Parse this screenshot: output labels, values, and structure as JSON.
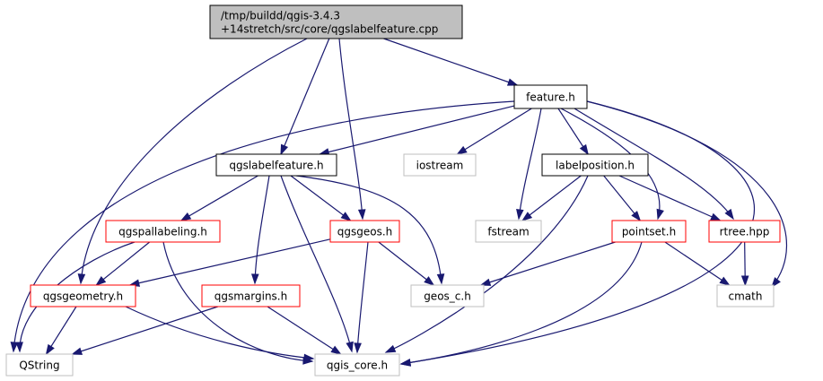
{
  "colors": {
    "edge": "#191970",
    "root_fill": "#bfbfbf",
    "root_stroke": "#000000",
    "documented_stroke": "#000000",
    "undocumented_stroke": "#ff0000",
    "external_stroke": "#bfbfbf",
    "node_fill": "#ffffff"
  },
  "nodes": [
    {
      "id": "root",
      "lines": [
        "/tmp/buildd/qgis-3.4.3",
        "+14stretch/src/core/qgslabelfeature.cpp"
      ],
      "kind": "root"
    },
    {
      "id": "feature_h",
      "lines": [
        "feature.h"
      ],
      "kind": "documented"
    },
    {
      "id": "qgslabelfeature_h",
      "lines": [
        "qgslabelfeature.h"
      ],
      "kind": "documented"
    },
    {
      "id": "iostream",
      "lines": [
        "iostream"
      ],
      "kind": "external"
    },
    {
      "id": "labelposition_h",
      "lines": [
        "labelposition.h"
      ],
      "kind": "documented"
    },
    {
      "id": "qgspallabeling_h",
      "lines": [
        "qgspallabeling.h"
      ],
      "kind": "undocumented"
    },
    {
      "id": "qgsgeos_h",
      "lines": [
        "qgsgeos.h"
      ],
      "kind": "undocumented"
    },
    {
      "id": "fstream",
      "lines": [
        "fstream"
      ],
      "kind": "external"
    },
    {
      "id": "pointset_h",
      "lines": [
        "pointset.h"
      ],
      "kind": "undocumented"
    },
    {
      "id": "rtree_hpp",
      "lines": [
        "rtree.hpp"
      ],
      "kind": "undocumented"
    },
    {
      "id": "qgsgeometry_h",
      "lines": [
        "qgsgeometry.h"
      ],
      "kind": "undocumented"
    },
    {
      "id": "qgsmargins_h",
      "lines": [
        "qgsmargins.h"
      ],
      "kind": "undocumented"
    },
    {
      "id": "geos_c_h",
      "lines": [
        "geos_c.h"
      ],
      "kind": "external"
    },
    {
      "id": "cmath",
      "lines": [
        "cmath"
      ],
      "kind": "external"
    },
    {
      "id": "qstring",
      "lines": [
        "QString"
      ],
      "kind": "external"
    },
    {
      "id": "qgis_core_h",
      "lines": [
        "qgis_core.h"
      ],
      "kind": "external"
    }
  ],
  "edges": [
    {
      "from": "root",
      "to": "feature_h"
    },
    {
      "from": "root",
      "to": "qgslabelfeature_h"
    },
    {
      "from": "root",
      "to": "qgsgeos_h"
    },
    {
      "from": "root",
      "to": "qgsgeometry_h"
    },
    {
      "from": "feature_h",
      "to": "qgslabelfeature_h"
    },
    {
      "from": "feature_h",
      "to": "iostream"
    },
    {
      "from": "feature_h",
      "to": "labelposition_h"
    },
    {
      "from": "feature_h",
      "to": "fstream"
    },
    {
      "from": "feature_h",
      "to": "pointset_h"
    },
    {
      "from": "feature_h",
      "to": "rtree_hpp"
    },
    {
      "from": "feature_h",
      "to": "cmath"
    },
    {
      "from": "feature_h",
      "to": "qstring"
    },
    {
      "from": "feature_h",
      "to": "qgis_core_h"
    },
    {
      "from": "qgslabelfeature_h",
      "to": "qgspallabeling_h"
    },
    {
      "from": "qgslabelfeature_h",
      "to": "qgsgeos_h"
    },
    {
      "from": "qgslabelfeature_h",
      "to": "qgsmargins_h"
    },
    {
      "from": "qgslabelfeature_h",
      "to": "geos_c_h"
    },
    {
      "from": "qgslabelfeature_h",
      "to": "qgis_core_h"
    },
    {
      "from": "labelposition_h",
      "to": "fstream"
    },
    {
      "from": "labelposition_h",
      "to": "pointset_h"
    },
    {
      "from": "labelposition_h",
      "to": "rtree_hpp"
    },
    {
      "from": "labelposition_h",
      "to": "qgis_core_h"
    },
    {
      "from": "qgspallabeling_h",
      "to": "qgsgeometry_h"
    },
    {
      "from": "qgspallabeling_h",
      "to": "qstring"
    },
    {
      "from": "qgspallabeling_h",
      "to": "qgis_core_h"
    },
    {
      "from": "qgsgeos_h",
      "to": "qgsgeometry_h"
    },
    {
      "from": "qgsgeos_h",
      "to": "geos_c_h"
    },
    {
      "from": "qgsgeos_h",
      "to": "qgis_core_h"
    },
    {
      "from": "pointset_h",
      "to": "geos_c_h"
    },
    {
      "from": "pointset_h",
      "to": "cmath"
    },
    {
      "from": "pointset_h",
      "to": "qgis_core_h"
    },
    {
      "from": "rtree_hpp",
      "to": "cmath"
    },
    {
      "from": "qgsgeometry_h",
      "to": "qstring"
    },
    {
      "from": "qgsgeometry_h",
      "to": "qgis_core_h"
    },
    {
      "from": "qgsmargins_h",
      "to": "qstring"
    },
    {
      "from": "qgsmargins_h",
      "to": "qgis_core_h"
    }
  ]
}
